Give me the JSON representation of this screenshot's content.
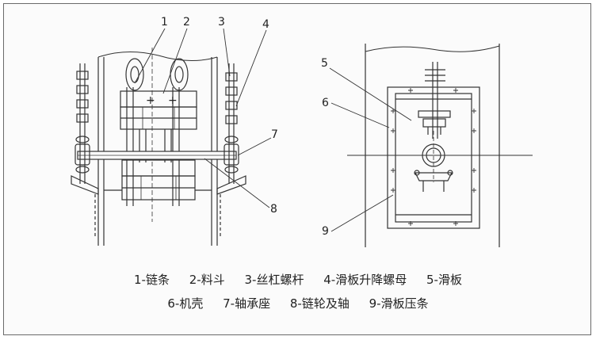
{
  "callouts": {
    "c1": "1",
    "c2": "2",
    "c3": "3",
    "c4": "4",
    "c5": "5",
    "c6": "6",
    "c7": "7",
    "c8": "8",
    "c9": "9"
  },
  "legend": {
    "row1": [
      "1-链条",
      "2-料斗",
      "3-丝杠螺杆",
      "4-滑板升降螺母",
      "5-滑板"
    ],
    "row2": [
      "6-机壳",
      "7-轴承座",
      "8-链轮及轴",
      "9-滑板压条"
    ]
  }
}
